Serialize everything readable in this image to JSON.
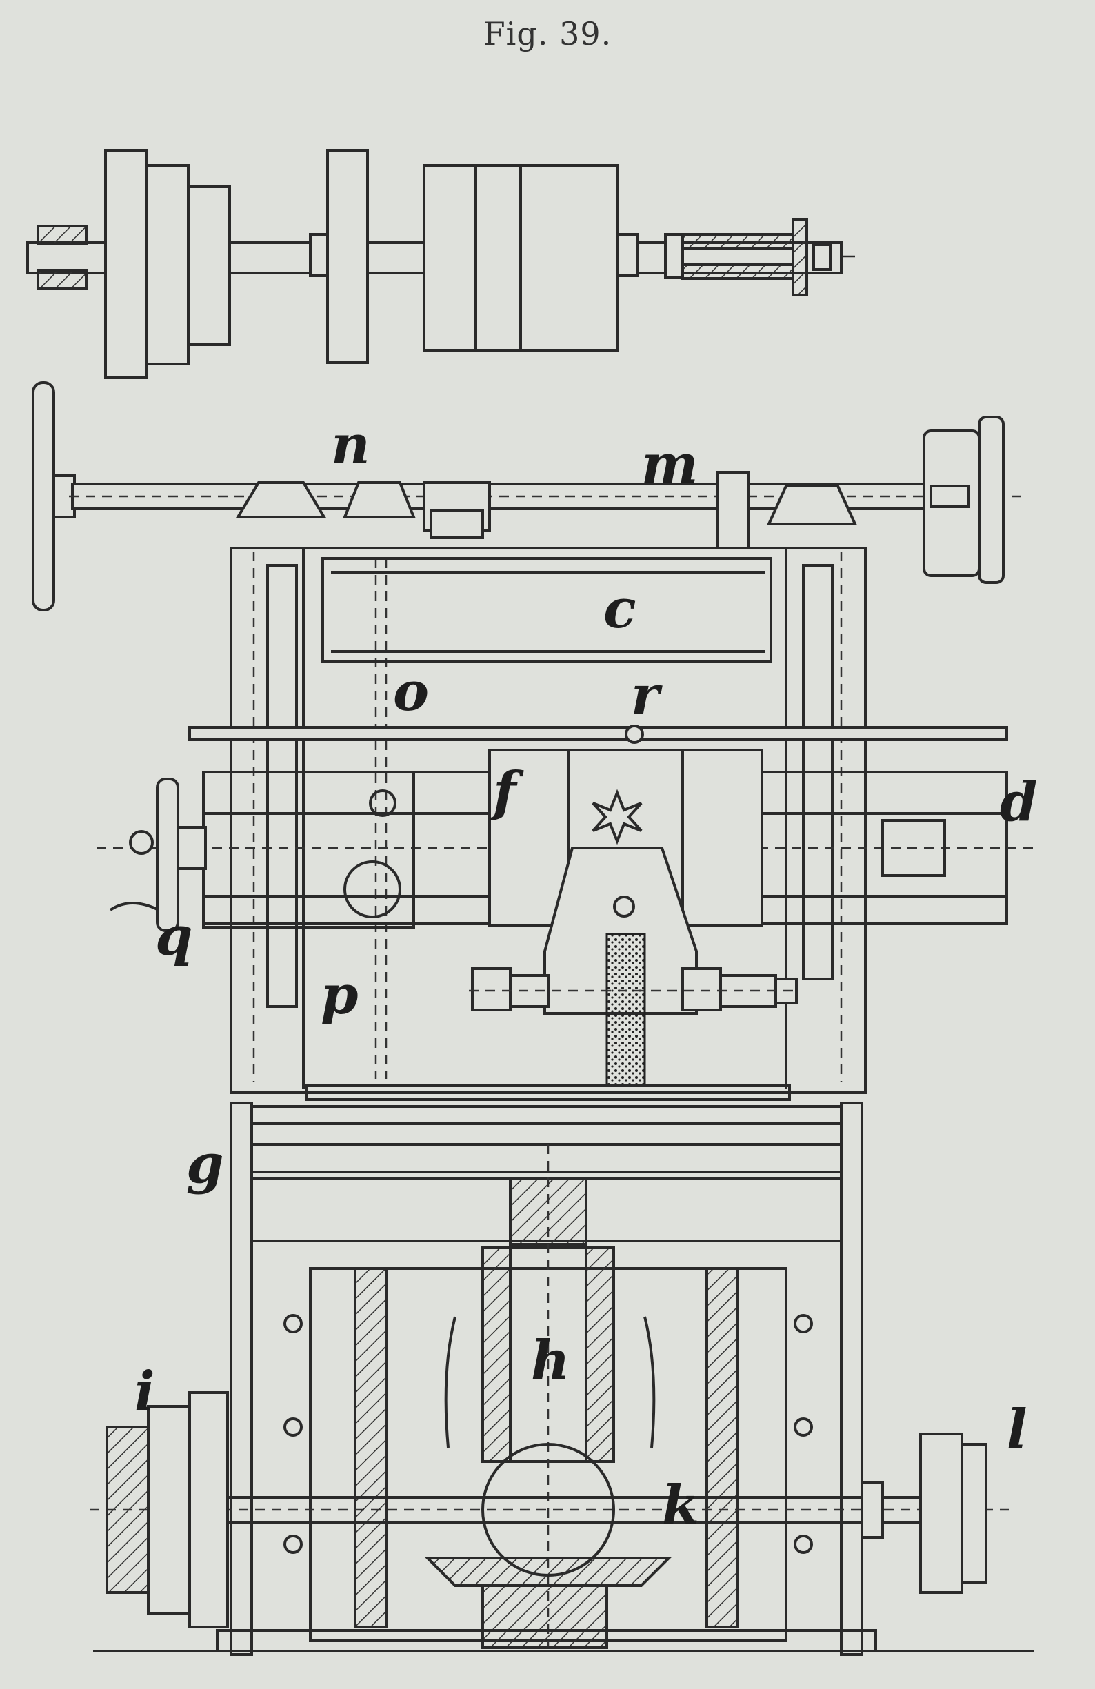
{
  "figure": {
    "caption": "Fig. 39."
  },
  "labels": {
    "n": "n",
    "m": "m",
    "c": "c",
    "o": "o",
    "r": "r",
    "f": "f",
    "d": "d",
    "q": "q",
    "p": "p",
    "g": "g",
    "h": "h",
    "i": "i",
    "l": "l",
    "k": "k"
  },
  "colors": {
    "paper": "#dfe1dc",
    "ink": "#2a2a2a"
  }
}
